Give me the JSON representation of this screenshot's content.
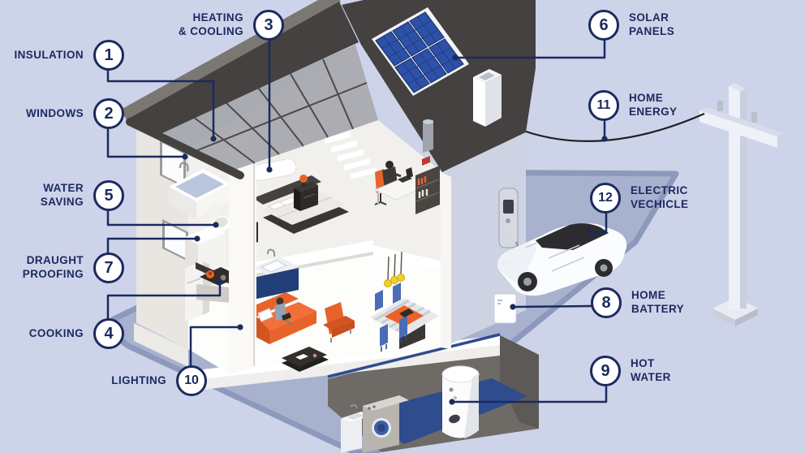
{
  "callouts": [
    {
      "number": "1",
      "label": "INSULATION"
    },
    {
      "number": "2",
      "label": "WINDOWS"
    },
    {
      "number": "3",
      "label": "HEATING\n& COOLING"
    },
    {
      "number": "4",
      "label": "COOKING"
    },
    {
      "number": "5",
      "label": "WATER\nSAVING"
    },
    {
      "number": "6",
      "label": "SOLAR\nPANELS"
    },
    {
      "number": "7",
      "label": "DRAUGHT\nPROOFING"
    },
    {
      "number": "8",
      "label": "HOME\nBATTERY"
    },
    {
      "number": "9",
      "label": "HOT\nWATER"
    },
    {
      "number": "10",
      "label": "LIGHTING"
    },
    {
      "number": "11",
      "label": "HOME\nENERGY"
    },
    {
      "number": "12",
      "label": "ELECTRIC\nVECHICLE"
    }
  ],
  "colors": {
    "background": "#cdd3e9",
    "navy": "#1b2a5f",
    "roof_dark": "#454140",
    "solar_blue": "#2e51a8",
    "accent_orange": "#e8632b",
    "ground_slab": "#a8b2cf",
    "slab_edge": "#8d99bc",
    "basement_floor": "#2e4c8e",
    "lamp_yellow": "#f2d024",
    "chair_blue": "#4a6db6",
    "counter_navy": "#233f77"
  }
}
